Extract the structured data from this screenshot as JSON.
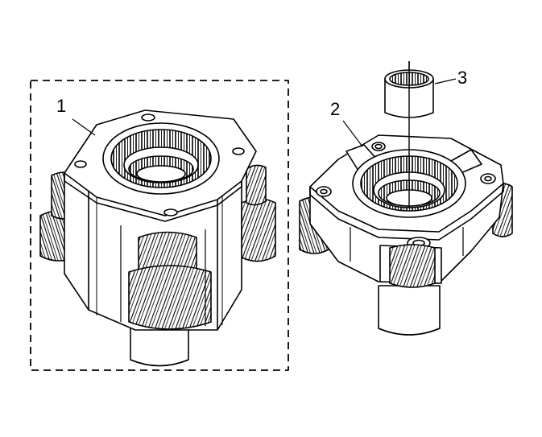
{
  "callouts": {
    "c1": "1",
    "c2": "2",
    "c3": "3"
  },
  "colors": {
    "line": "#000000",
    "fill": "#ffffff",
    "frame": "#000000"
  }
}
